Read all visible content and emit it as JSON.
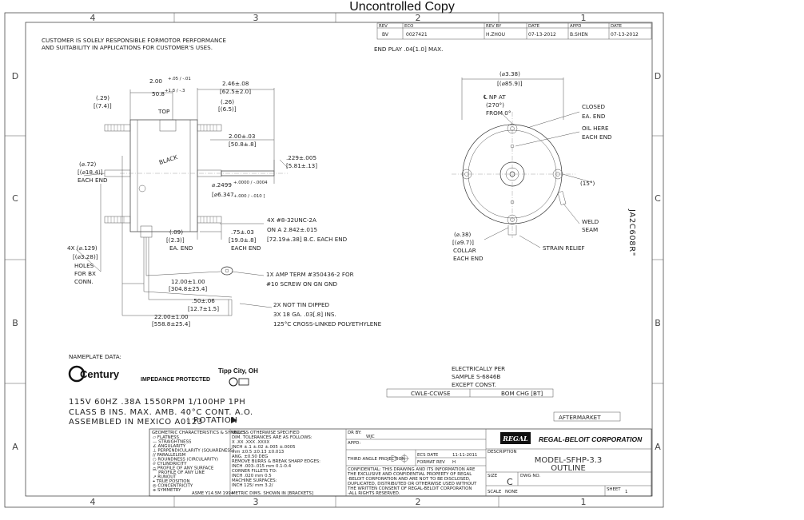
{
  "header": {
    "title": "Uncontrolled Copy"
  },
  "zones": {
    "top": [
      "4",
      "3",
      "2",
      "1"
    ],
    "bottom": [
      "4",
      "3",
      "2",
      "1"
    ],
    "left": [
      "D",
      "C",
      "B",
      "A"
    ],
    "right": [
      "D",
      "C",
      "B",
      "A"
    ]
  },
  "revision": {
    "headers": [
      "REV",
      "ECO",
      "REV BY",
      "DATE",
      "APPD",
      "DATE"
    ],
    "row": [
      "BV",
      "0027421",
      "H.ZHOU",
      "07-13-2012",
      "B.SHEN",
      "07-13-2012"
    ]
  },
  "notes": {
    "customer_line1": "CUSTOMER IS SOLELY RESPONSIBLE FORMOTOR PERFORMANCE",
    "customer_line2": "AND SUITABILITY IN APPLICATIONS FOR CUSTOMER'S USES.",
    "end_play": "END PLAY .04[1.0] MAX."
  },
  "side_view": {
    "dim_top_left": "2.00",
    "dim_top_left_tol": "+.05 / -.01",
    "dim_top_left_mm": "50.8",
    "dim_top_left_mm_tol": "+1.3 / -.3",
    "dim_29": "(.29)",
    "dim_29_mm": "[(7.4)]",
    "top_label": "TOP",
    "dim_246": "2.46±.08",
    "dim_246_mm": "[62.5±2.0]",
    "dim_26": "(.26)",
    "dim_26_mm": "[(6.5)]",
    "dim_200": "2.00±.03",
    "dim_200_mm": "[50.8±.8]",
    "dim_229": ".229±.005",
    "dim_229_mm": "[5.81±.13]",
    "dim_dia72": "(⌀.72)",
    "dim_dia72_mm": "[(⌀18.4)]",
    "each_end": "EACH END",
    "black": "BLACK",
    "shaft_dia": "⌀.2499",
    "shaft_dia_tol": "+.0000 / -.0004",
    "shaft_dia_mm": "[⌀6.347",
    "shaft_dia_mm_tol": "+.000 / -.010 ]",
    "dim_09": "(.09)",
    "dim_09_mm": "[(2.3)]",
    "ea_end": "EA. END",
    "dim_75": ".75±.03",
    "dim_75_mm": "[19.0±.8]",
    "each_end2": "EACH END",
    "screw_line1": "4X #8-32UNC-2A",
    "screw_line2": "ON A 2.842±.015",
    "screw_line3": "[72.19±.38] B.C. EACH END",
    "holes_line1": "4X (⌀.129)",
    "holes_line2": "[(⌀3.28)]",
    "holes_line3": "HOLES",
    "holes_line4": "FOR BX",
    "holes_line5": "CONN.",
    "amp_line1": "1X AMP TERM #350436-2 FOR",
    "amp_line2": "#10 SCREW ON GN GND",
    "dim_1200": "12.00±1.00",
    "dim_1200_mm": "[304.8±25.4]",
    "dim_50": ".50±.06",
    "dim_50_mm": "[12.7±1.5]",
    "dim_2200": "22.00±1.00",
    "dim_2200_mm": "[558.8±25.4]",
    "lead_line1": "2X NOT TIN DIPPED",
    "lead_line2": "3X 18 GA. .03[.8] INS.",
    "lead_line3": "125°C CROSS-LINKED POLYETHYLENE"
  },
  "end_view": {
    "dia_338": "(⌀3.38)",
    "dia_338_mm": "[(⌀85.9)]",
    "np_line1": "℄ NP AT",
    "np_line2": "(270°)",
    "np_line3": "FROM 0°",
    "closed_line1": "CLOSED",
    "closed_line2": "EA. END",
    "oil_line1": "OIL HERE",
    "oil_line2": "EACH END",
    "angle15": "(15°)",
    "weld_line1": "WELD",
    "weld_line2": "SEAM",
    "dia38": "(⌀.38)",
    "dia38_mm": "[(⌀9.7)]",
    "collar_line1": "COLLAR",
    "collar_line2": "EACH END",
    "strain_relief": "STRAIN RELIEF"
  },
  "part_number": "JA2C608R\"",
  "nameplate": {
    "heading": "NAMEPLATE DATA:",
    "brand": "Century",
    "impedance": "IMPEDANCE PROTECTED",
    "city": "Tipp City, OH",
    "line1": "115V 60HZ .38A 1550RPM 1/100HP   1PH",
    "line2": "CLASS B INS. MAX. AMB. 40°C   CONT. A.O.",
    "line3": "ASSEMBLED IN MEXICO  A0123",
    "rotation": "ROTATION"
  },
  "electrical": {
    "line1": "ELECTRICALLY PER",
    "line2": "SAMPLE S-6846B",
    "line3": "EXCEPT CONST.",
    "box_left": "CWLE-CCWSE",
    "box_right": "BOM CHG [BT]",
    "aftermarket": "AFTERMARKET"
  },
  "title_block": {
    "gdt_title": "GEOMETRIC CHARACTERISTICS & SYMBOLS",
    "gdt_items": [
      "⏥ FLATNESS",
      "— STRAIGHTNESS",
      "∠ ANGULARITY",
      "⊥ PERPENDICULARITY (SQUARENESS)",
      "// PARALLELISM",
      "○ ROUNDNESS (CIRCULARITY)",
      "⌭ CYLINDRICITY",
      "⌓ PROFILE OF ANY SURFACE",
      "⌒ PROFILE OF ANY LINE",
      "↗ RUNOUT",
      "⌖ TRUE POSITION",
      "◎ CONCENTRICITY",
      "⌯ SYMMETRY"
    ],
    "asme": "ASME Y14.5M  1994",
    "tol_lines": [
      "UNLESS OTHERWISE SPECIFIED",
      "DIM. TOLERANCES ARE AS FOLLOWS:",
      "        X     .XX    .XXX   .XXXX",
      "INCH  ±.1   ±.02  ±.005  ±.0005",
      "mm   ±0.5  ±0.13  ±0.013",
      "ANG. ±0.50 DEG",
      "REMOVE BURRS & BREAK SHARP EDGES:",
      "   INCH .003-.015   mm 0.1-0.4",
      "CORNER FILLETS TO:",
      "   INCH .020  mm 0.5",
      "MACHINE SURFACES:",
      "   INCH 125/  mm 3.2/",
      "METRIC DIMS. SHOWN IN [BRACKETS]"
    ],
    "dr_by_label": "DR BY:",
    "dr_by": "WJC",
    "appd_label": "APPD:",
    "third_angle": "THIRD ANGLE PROJECTION",
    "ecs_date_label": "ECS DATE",
    "ecs_date": "11-11-2011",
    "format_rev_label": "FORMAT REV",
    "format_rev": "H",
    "confidential": [
      "CONFIDENTIAL: THIS DRAWING AND ITS INFORMATION ARE",
      "THE EXCLUSIVE AND CONFIDENTIAL PROPERTY OF REGAL",
      "-BELOIT CORPORATION AND ARE NOT TO BE DISCLOSED,",
      "DUPLICATED, DISTRIBUTED OR OTHERWISE USED WITHOUT",
      "THE WRITTEN CONSENT OF REGAL-BELOIT CORPORATION",
      "-ALL RIGHTS RESERVED."
    ],
    "regal_logo": "REGAL",
    "company": "REGAL-BELOIT CORPORATION",
    "description_label": "DESCRIPTION",
    "description1": "MODEL-SFHP-3.3",
    "description2": "OUTLINE",
    "size_label": "SIZE",
    "size": "C",
    "dwg_no_label": "DWG NO.",
    "scale_label": "SCALE",
    "scale": "NONE",
    "sheet_label": "SHEET",
    "sheet": "1"
  },
  "colors": {
    "line": "#333333",
    "paper": "#ffffff",
    "regal_bg": "#111111"
  }
}
